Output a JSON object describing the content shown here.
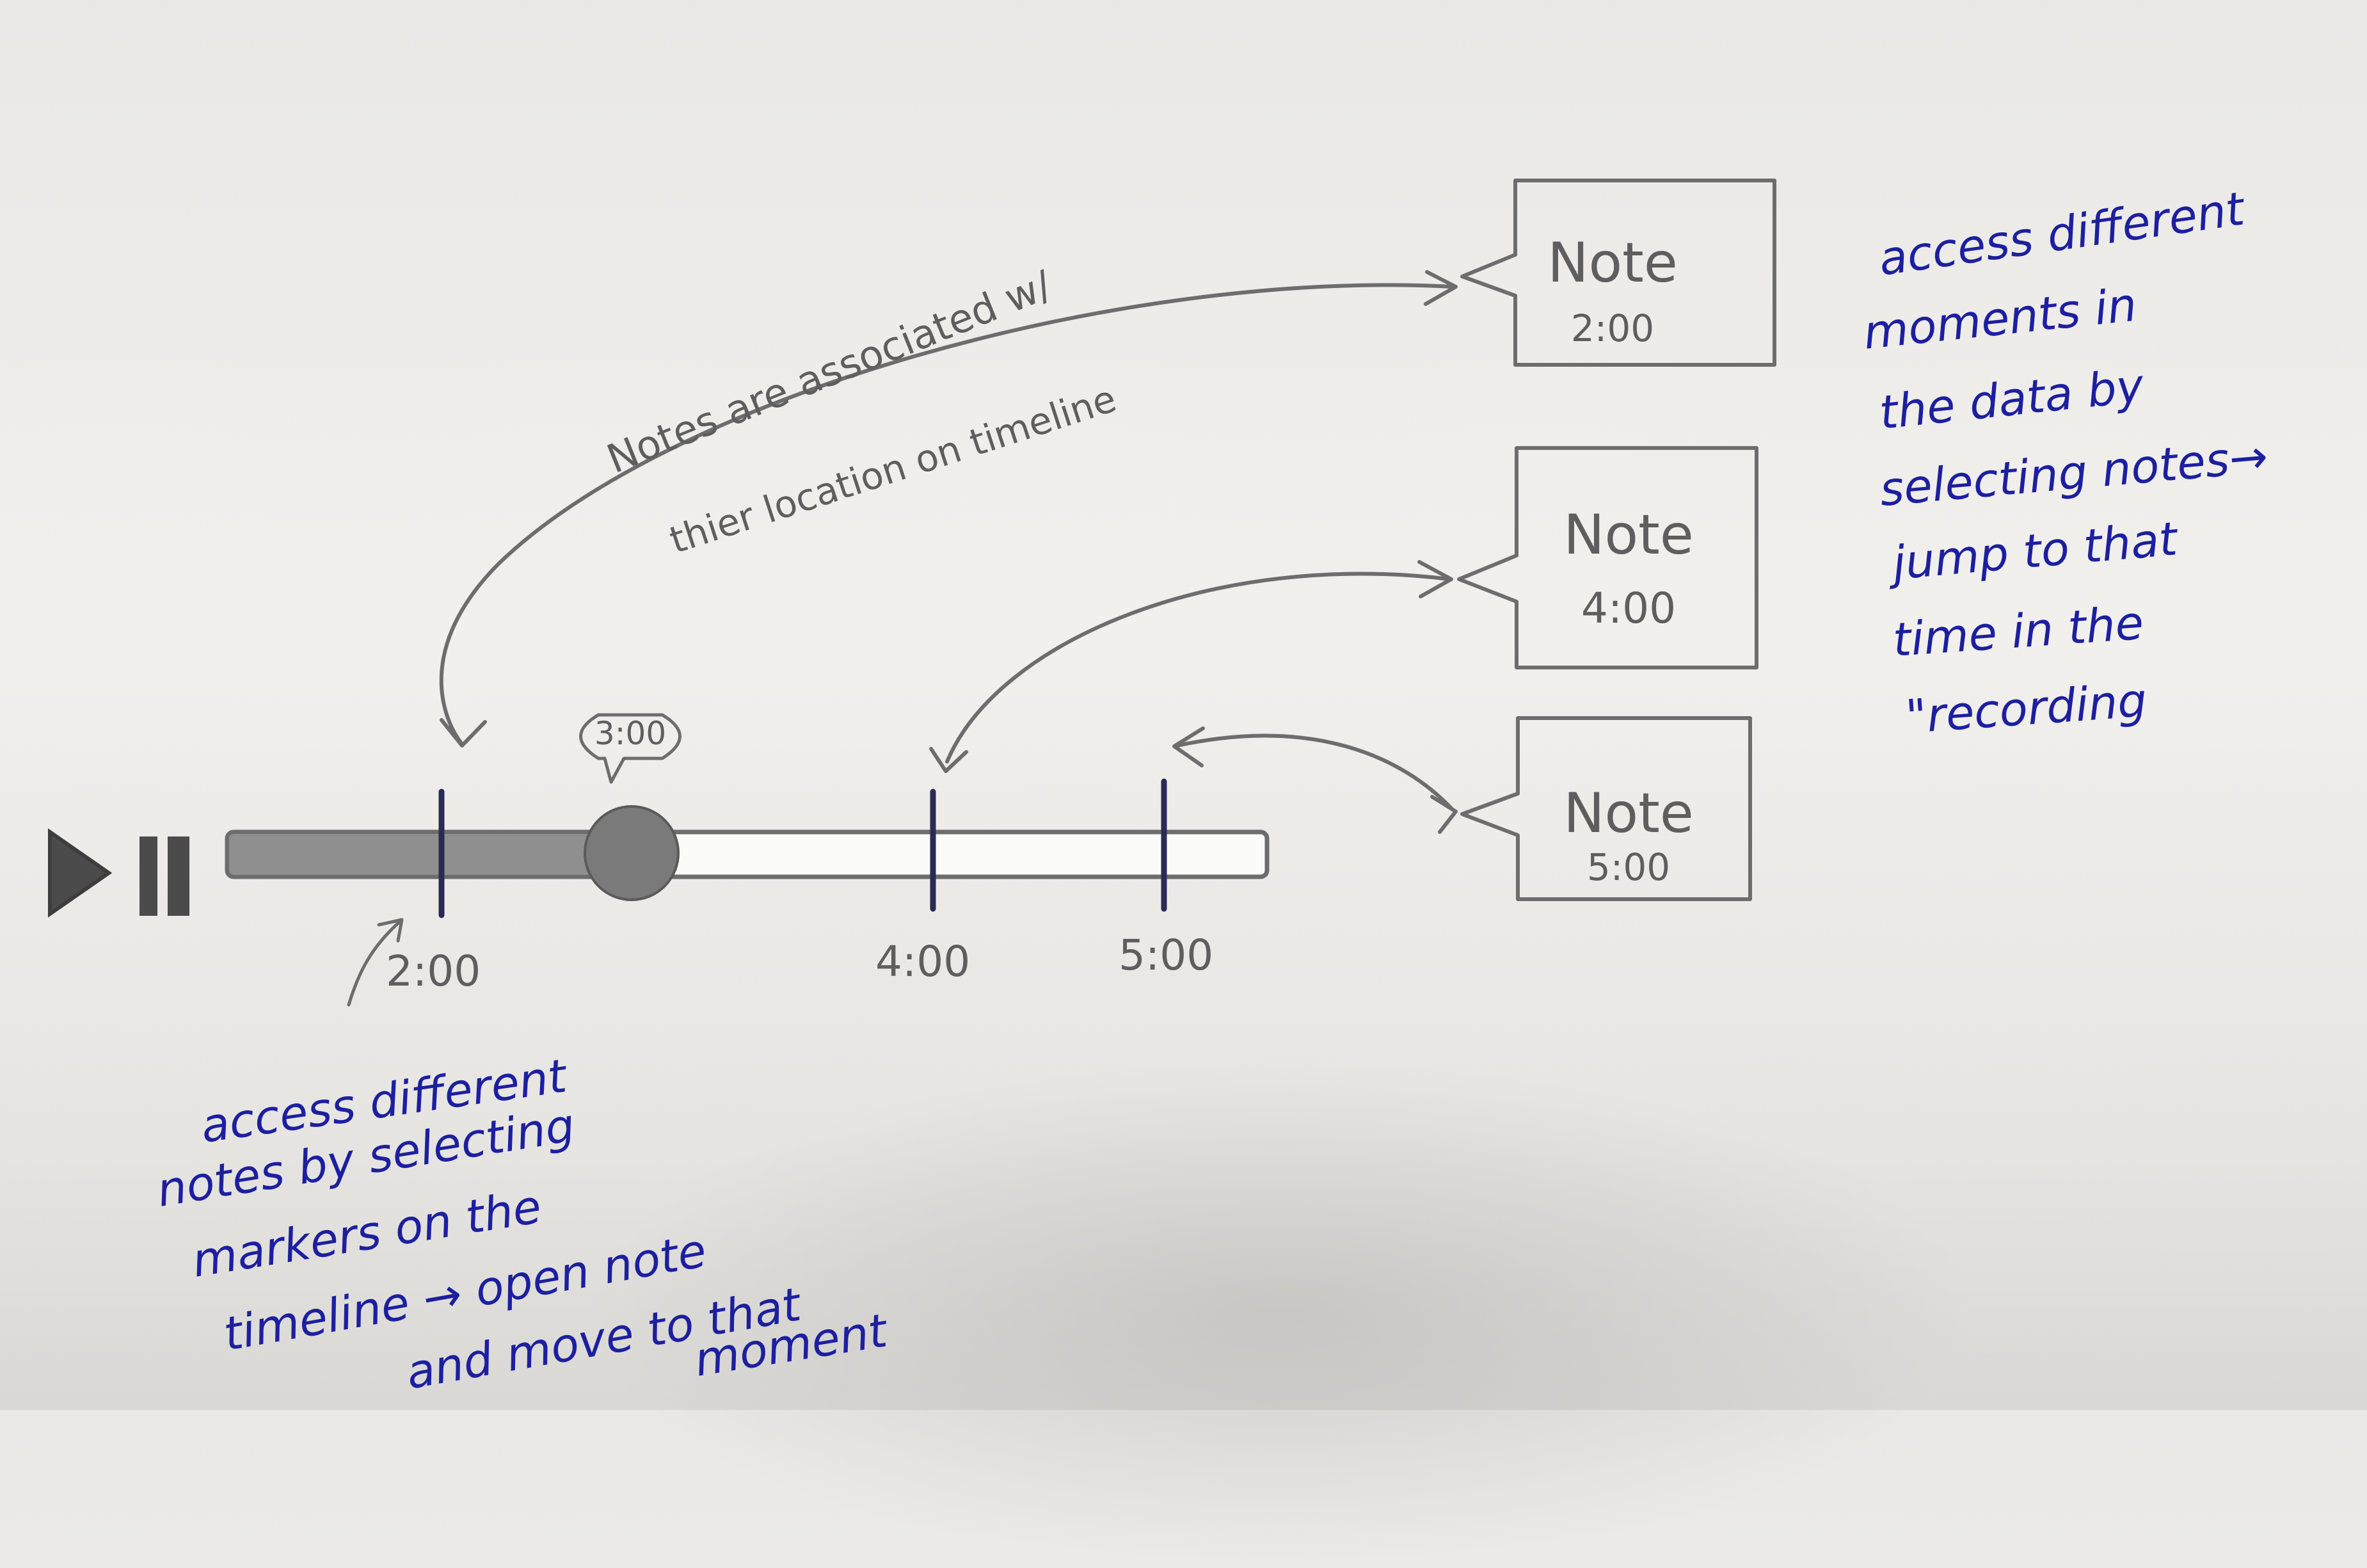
{
  "timeline": {
    "scrubber_time": "3:00",
    "markers": [
      {
        "label": "2:00"
      },
      {
        "label": "4:00"
      },
      {
        "label": "5:00"
      }
    ]
  },
  "notes": [
    {
      "title": "Note",
      "time": "2:00"
    },
    {
      "title": "Note",
      "time": "4:00"
    },
    {
      "title": "Note",
      "time": "5:00"
    }
  ],
  "annotations": {
    "association": [
      "Notes are associated w/",
      "thier location on timeline"
    ],
    "right": [
      "access different",
      "moments in",
      "the data by",
      "selecting notes→",
      "jump to that",
      "time in the",
      "\"recording"
    ],
    "bottom": [
      "access different",
      "notes by selecting",
      "markers on the",
      "timeline → open note",
      "and move to that",
      "moment"
    ]
  },
  "colors": {
    "pencil": "#6d6d6d",
    "ink": "#1d1fa0",
    "paper": "#eeede9"
  }
}
